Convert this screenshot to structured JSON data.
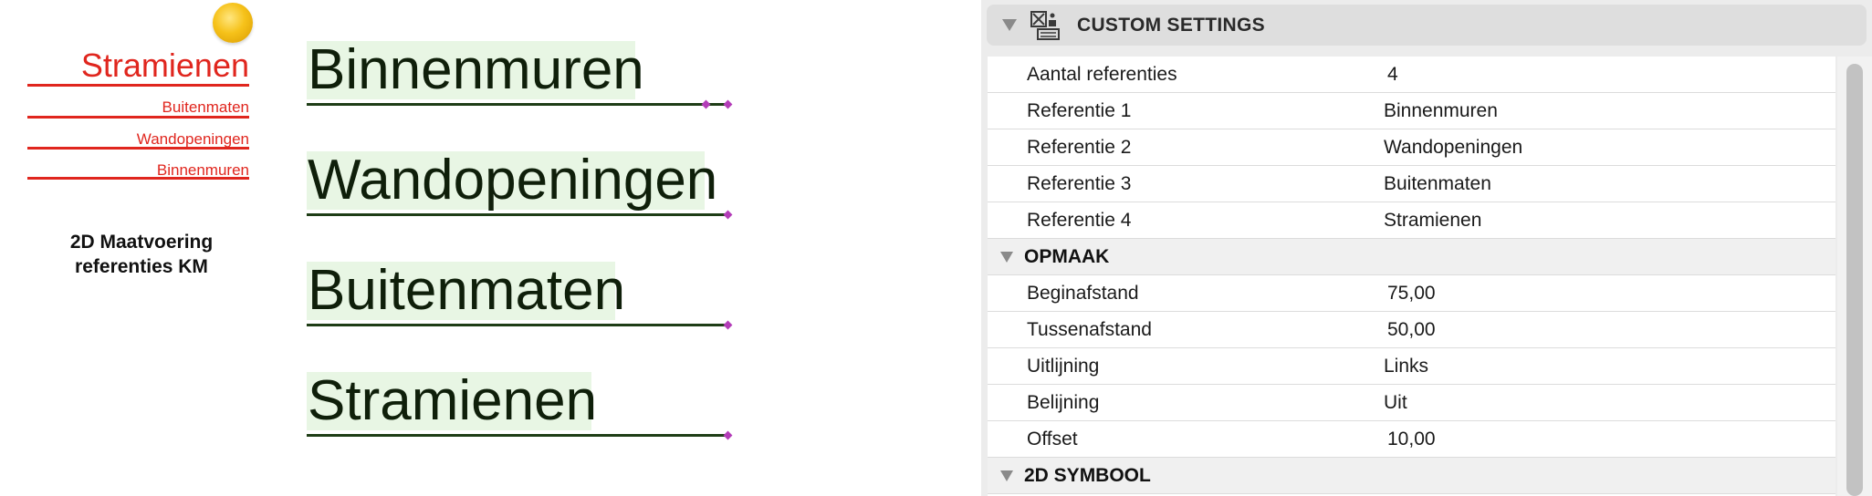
{
  "preview": {
    "mini_labels": [
      "Stramienen",
      "Buitenmaten",
      "Wandopeningen",
      "Binnenmuren"
    ],
    "caption": "2D Maatvoering\nreferenties KM"
  },
  "references": [
    "Binnenmuren",
    "Wandopeningen",
    "Buitenmaten",
    "Stramienen"
  ],
  "panel": {
    "header_title": "CUSTOM SETTINGS",
    "header_icon": "settings-table-icon",
    "params": [
      {
        "key": "Aantal referenties",
        "value": "4"
      },
      {
        "key": "Referentie 1",
        "value": "Binnenmuren"
      },
      {
        "key": "Referentie 2",
        "value": "Wandopeningen"
      },
      {
        "key": "Referentie 3",
        "value": "Buitenmaten"
      },
      {
        "key": "Referentie 4",
        "value": "Stramienen"
      }
    ],
    "opmaak": {
      "title": "OPMAAK",
      "params": [
        {
          "key": "Beginafstand",
          "value": "75,00"
        },
        {
          "key": "Tussenafstand",
          "value": "50,00"
        },
        {
          "key": "Uitlijning",
          "value": "Links"
        },
        {
          "key": "Belijning",
          "value": "Uit"
        },
        {
          "key": "Offset",
          "value": "10,00"
        }
      ]
    },
    "symbool": {
      "title": "2D SYMBOOL"
    }
  },
  "colors": {
    "mini_red": "#e0261e",
    "label_highlight": "#e8f6e4",
    "reference_line": "#1e3d16",
    "node_magenta": "#b33cb8",
    "hotspot_yellow": "#f6c21a"
  }
}
